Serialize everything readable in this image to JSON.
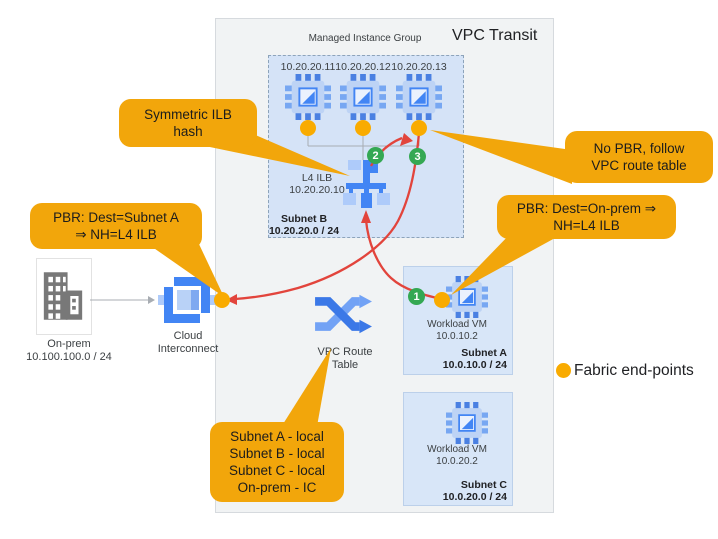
{
  "title": "VPC Transit",
  "mig": {
    "label": "Managed Instance Group",
    "vms": [
      {
        "ip": "10.20.20.11"
      },
      {
        "ip": "10.20.20.12"
      },
      {
        "ip": "10.20.20.13"
      }
    ]
  },
  "ilb": {
    "name": "L4 ILB",
    "ip": "10.20.20.10"
  },
  "subnet_b": {
    "name": "Subnet B",
    "cidr": "10.20.20.0 / 24"
  },
  "subnet_a": {
    "name": "Subnet A",
    "cidr": "10.0.10.0 / 24",
    "vm": {
      "name": "Workload VM",
      "ip": "10.0.10.2"
    }
  },
  "subnet_c": {
    "name": "Subnet C",
    "cidr": "10.0.20.0 / 24",
    "vm": {
      "name": "Workload VM",
      "ip": "10.0.20.2"
    }
  },
  "onprem": {
    "name": "On-prem",
    "cidr": "10.100.100.0 / 24"
  },
  "interconnect": {
    "line1": "Cloud",
    "line2": "Interconnect"
  },
  "route_table": {
    "line1": "VPC Route",
    "line2": "Table"
  },
  "callouts": {
    "symmetric": {
      "line1": "Symmetric ILB",
      "line2": "hash"
    },
    "no_pbr": {
      "line1": "No PBR, follow",
      "line2": "VPC route table"
    },
    "pbr_subnet_a": {
      "line1": "PBR: Dest=Subnet A",
      "line2": "⇒ NH=L4 ILB"
    },
    "pbr_onprem": {
      "line1": "PBR: Dest=On-prem ⇒",
      "line2": "NH=L4 ILB"
    },
    "routes": {
      "lines": [
        "Subnet A - local",
        "Subnet B - local",
        "Subnet C - local",
        "On-prem - IC"
      ]
    }
  },
  "steps": [
    "1",
    "2",
    "3"
  ],
  "legend": {
    "label": "Fabric end-points"
  },
  "icons": {
    "vm": "compute-chip-icon",
    "ilb": "load-balancer-icon",
    "interconnect": "cloud-interconnect-icon",
    "route_table": "route-table-icon",
    "onprem": "building-icon",
    "endpoint": "fabric-endpoint-dot"
  },
  "colors": {
    "callout": "#F2A60B",
    "endpoint": "#F9AB00",
    "arrow": "#E2443C",
    "step_green": "#34A853",
    "icon_blue": "#4285F4",
    "icon_blue_light": "#AECBFA",
    "subnet_fill": "#D8E6F8",
    "vpc_fill": "#F1F3F4"
  }
}
